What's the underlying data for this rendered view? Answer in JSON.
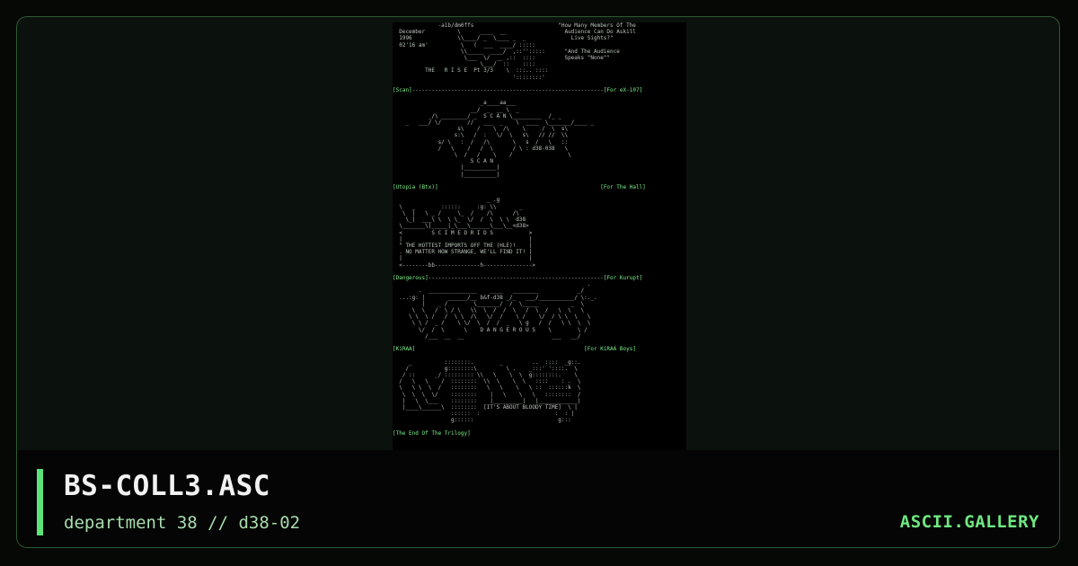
{
  "file_title": "BS-COLL3.ASC",
  "subtitle": "department 38 // d38-02",
  "brand": "ASCII.GALLERY",
  "colors": {
    "accent": "#5ce37a",
    "brand": "#6fe783",
    "frame_border": "#2c5a33"
  },
  "ansi_art": [
    {
      "text": "              -a1b/dm0ffs                          \"How Many Members Of The\n  December          \\      ____  __                  Audience Can Do Askill\n  1996              \\\\____/ _  \\____ _  _              Live Sights?\"\n  02'16 am'          \\   (  ___  ____/ :::::\n                     \\\\_____  ____/  ,::'':::::      \"And The Audience\n                      \\___  \\/  __ ,::  ::::         Speaks \"None\"\"\n                           \\___/  ::    ::::\n          THE   R I S E  Pt 3/3    \\  :::.. ::::\n                                     '::::::::'\n\n"
    },
    {
      "text": "[Scan]",
      "g": true
    },
    {
      "text": "-----------------------------------------------------------"
    },
    {
      "text": "[For eX-107]",
      "g": true
    },
    {
      "text": "\n\n                           _a____aa___\n                        __/  _  __ \\  _\n           _/\\ ________/ _  S C A N \\_________  /_ _\n    _   ___/ \\/        //   ___  _    \\  ____  \\_______/____ _\n                    s\\    /    \\  /\\    \\     /  \\  s\\\n                   s:\\   /  :   \\/  \\   s\\   // //  \\\\\n              s/ \\   :  /   /\\       \\   s  /   \\   ::\n              /   \\    /   /  \\      / \\ : d38-038   \\\n                   \\  /   /    \\    /                 \\\n                        S C A N\n                     |__________|\n                     |__________|\n\n"
    },
    {
      "text": "[Utopia (Btx)]",
      "g": true
    },
    {
      "text": "                                                  "
    },
    {
      "text": "[For The Hall]",
      "g": true
    },
    {
      "text": "\n\n                             _ .g\n  \\   _        ::::::     :g: \\\\       _\n   \\  |   \\ _ /     \\_  /    /\\      /\\\n    \\_|  ___\\ \\  \\ \\_  \\/  /  \\  \\ \\  d38\n  \\_______\\|_____|_\\___\\______\\___\\__<d38>\n  <         S C I M E D R I D S           >\n  |                                       |\n  \" THE HOTTEST IMPORTS OFF THE (HLE)!    |\n  . NO MATTER HOW STRANGE, WE'LL FIND IT! |\n  |                                       |\n  <--------bb--------------h--------------->\n\n"
    },
    {
      "text": "[Dangerous]",
      "g": true
    },
    {
      "text": "------------------------------------------------------"
    },
    {
      "text": "[For Kurupt]",
      "g": true
    },
    {
      "text": "\n                                                            .\n        .  _______________    ____   ________            _/\n  ...:g: |       ______/__ b&f-d38 _/_   ___/___________/ \\:._.\n         |    _ /        \\_______/  /  \\_____          _  \\\n      \\  \\   /  \\ / \\   \\\\  \\  /  /  \\   /  \\  /   \\  \\   \\\n     \\ \\  \\ /   /  \\ \\  /\\   \\/  /    \\ /    \\/  / \\ \\  \\   \\\n      \\ \\ /  _ /    \\ \\/  \\  /  /  _   \\ g   /  /   \\ \\  \\  \\\n        \\/  /  \\      \\    D A N G E R O U S    \\        \\ /\n          /___  __  __                           ___   __/\n\n"
    },
    {
      "text": "[KiRAA]",
      "g": true
    },
    {
      "text": "                                                    "
    },
    {
      "text": "[For KiRAA Boys]",
      "g": true
    },
    {
      "text": "\n\n     _          ::::::::.        _         ..  ::::  _g::.\n    /           g::::::::\\         \\ .    _:::' '::::.  \\\n   / ::      _/ ::::::::: \\\\   \\    \\  \\  g::::::::.    \\\n  /   \\   \\    /  ::::::::  \\\\  \\    \\  \\   ::::    : .  \\\n  \\   \\ \\  \\  /   ::::::::   \\   \\    \\   \\ ::  ::::::k  \\\n   \\  \\  \\  \\/    ::::::::    |   \\    \\   \\   ::::::::  /\n   |   \\  \\___    ::::::::    |_________|   |____________|\n   |____\\______\\  ::::::::  [IT'S ABOUT BLOODY TIME]  \\ |\n                  ::::::  :                       :  : |\n                  g::::::                          g:::\n\n"
    },
    {
      "text": "[The End Of The Trilogy]",
      "g": true
    }
  ]
}
